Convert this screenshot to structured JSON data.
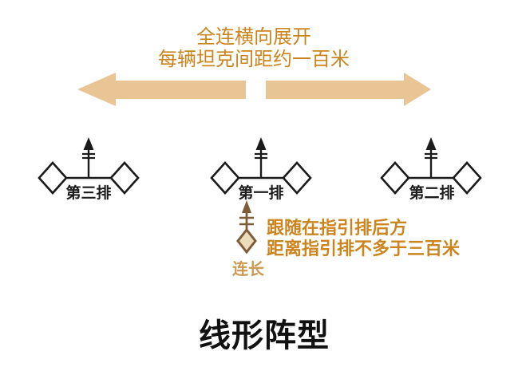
{
  "diagram": {
    "title": "线形阵型",
    "top_annotation": {
      "line1": "全连横向展开",
      "line2": "每辆坦克间距约一百米"
    },
    "platoons": [
      {
        "label": "第三排"
      },
      {
        "label": "第一排"
      },
      {
        "label": "第二排"
      }
    ],
    "commander": {
      "label": "连长",
      "annotation_line1": "跟随在指引排后方",
      "annotation_line2": "距离指引排不多于三百米"
    },
    "icons": {
      "spread_arrows": "horizontal-double-arrow",
      "platoon_symbol": "platoon-unit-map-symbol",
      "commander_symbol": "commander-unit-map-symbol"
    },
    "colors": {
      "annotation_orange": "#cc851e",
      "arrow_tan": "#e9c495",
      "symbol_black": "#1b1b1b",
      "commander_brown": "#7d5e38",
      "commander_diamond_fill": "#ecdcbb",
      "commander_label_tan": "#cd9850",
      "title_black": "#111111",
      "background": "#ffffff"
    }
  }
}
